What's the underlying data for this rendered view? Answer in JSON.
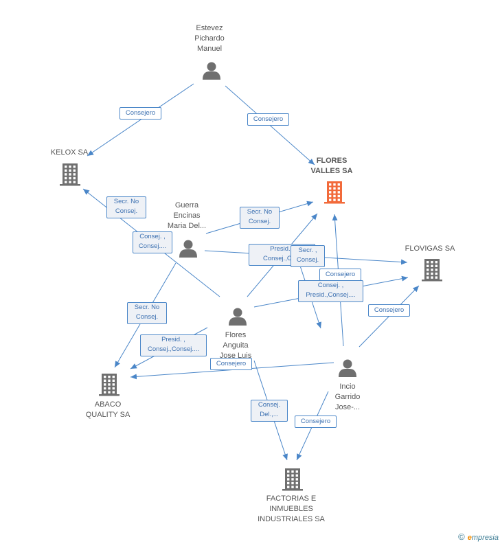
{
  "colors": {
    "edge": "#4a86c8",
    "person_icon": "#6f6f6f",
    "company_icon": "#6f6f6f",
    "focus_icon": "#f26a3a",
    "label_text": "#555555"
  },
  "nodes": [
    {
      "id": "estevez",
      "type": "person",
      "label": "Estevez\nPichardo\nManuel"
    },
    {
      "id": "kelox",
      "type": "company",
      "label": "KELOX SA"
    },
    {
      "id": "flores_valles",
      "type": "company",
      "focus": true,
      "label": "FLORES\nVALLES SA"
    },
    {
      "id": "guerra",
      "type": "person",
      "label": "Guerra\nEncinas\nMaria Del..."
    },
    {
      "id": "flovigas",
      "type": "company",
      "label": "FLOVIGAS SA"
    },
    {
      "id": "flores_anguita",
      "type": "person",
      "label": "Flores\nAnguita\nJose Luis"
    },
    {
      "id": "abaco",
      "type": "company",
      "label": "ABACO\nQUALITY SA"
    },
    {
      "id": "incio",
      "type": "person",
      "label": "Incio\nGarrido\nJose-..."
    },
    {
      "id": "factorias",
      "type": "company",
      "label": "FACTORIAS E\nINMUEBLES\nINDUSTRIALES SA"
    }
  ],
  "edge_labels": [
    {
      "id": "e1",
      "text": "Consejero"
    },
    {
      "id": "e2",
      "text": "Consejero"
    },
    {
      "id": "e3",
      "text": "Secr.  No\nConsej."
    },
    {
      "id": "e4",
      "text": "Consej. ,\nConsej...."
    },
    {
      "id": "e5",
      "text": "Secr.  No\nConsej."
    },
    {
      "id": "e6",
      "text": "Presid. ,\nConsej.,Co..."
    },
    {
      "id": "e7",
      "text": "Secr. ,\nConsej."
    },
    {
      "id": "e8",
      "text": "Consejero"
    },
    {
      "id": "e9",
      "text": "Consej. ,\nPresid.,Consej...."
    },
    {
      "id": "e10",
      "text": "Secr.  No\nConsej."
    },
    {
      "id": "e11",
      "text": "Consejero"
    },
    {
      "id": "e12",
      "text": "Presid. ,\nConsej.,Consej...."
    },
    {
      "id": "e13",
      "text": "Consejero"
    },
    {
      "id": "e14",
      "text": "Consej.\nDel.,..."
    },
    {
      "id": "e15",
      "text": "Consejero"
    }
  ],
  "brand": {
    "copyright": "©",
    "first_letter": "e",
    "name": "mpresia"
  }
}
